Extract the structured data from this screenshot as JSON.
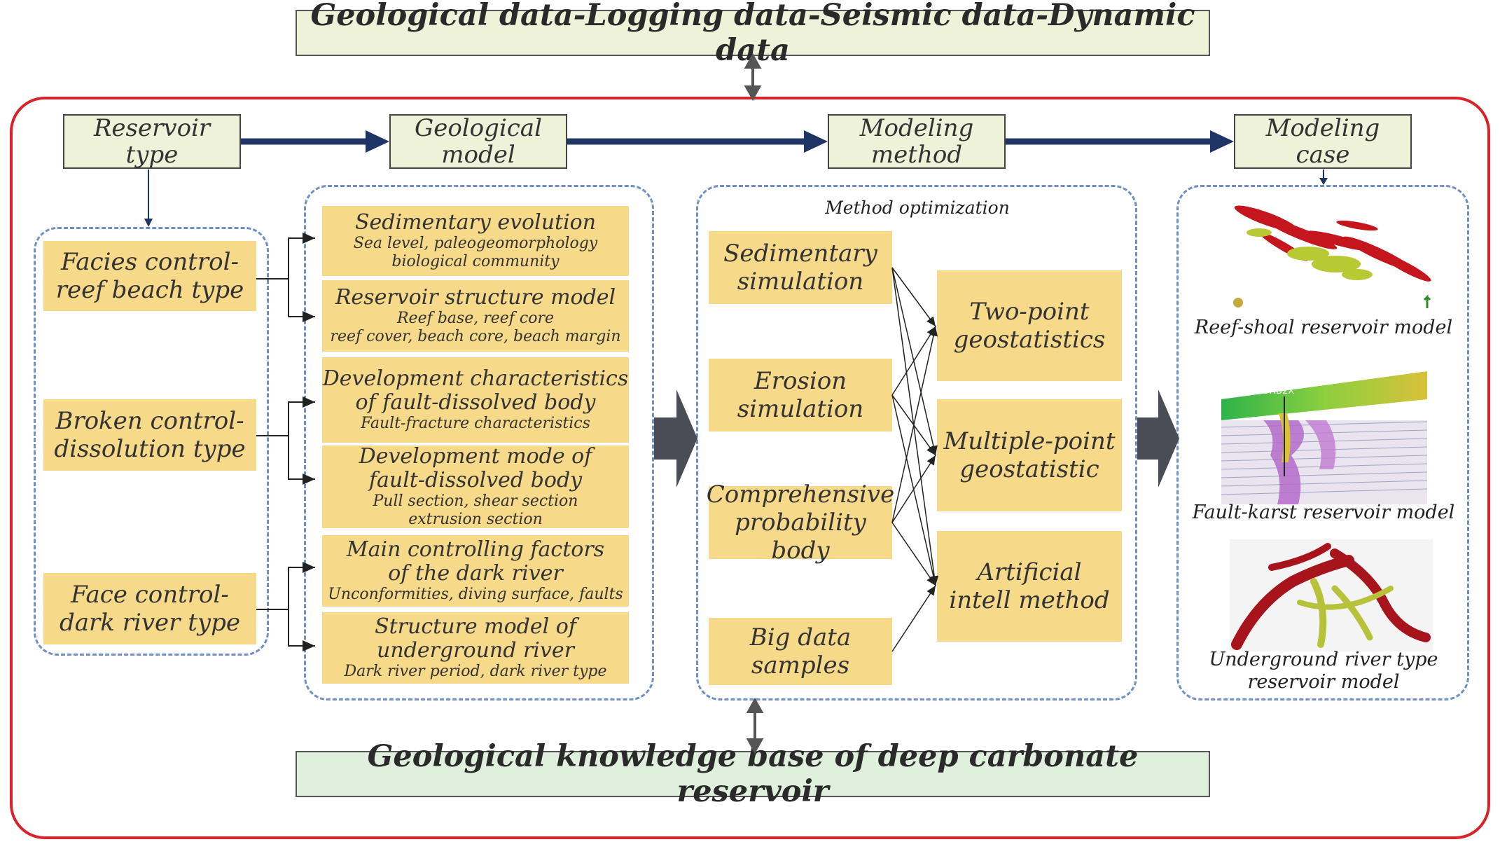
{
  "top_banner": "Geological data-Logging data-Seismic data-Dynamic data",
  "bottom_banner": "Geological knowledge base of deep carbonate reservoir",
  "headers": {
    "reservoir_type": "Reservoir type",
    "geological_model": [
      "Geological",
      "model"
    ],
    "modeling_method": [
      "Modeling",
      "method"
    ],
    "modeling_case": "Modeling case"
  },
  "reservoir_types": [
    [
      "Facies control-",
      "reef beach type"
    ],
    [
      "Broken control-",
      "dissolution type"
    ],
    [
      "Face control-",
      "dark river type"
    ]
  ],
  "geo_models": [
    {
      "title": [
        "Sedimentary evolution"
      ],
      "sub": [
        "Sea level, paleogeomorphology",
        "biological community"
      ]
    },
    {
      "title": [
        "Reservoir structure model"
      ],
      "sub": [
        "Reef base, reef core",
        "reef cover, beach core, beach margin"
      ]
    },
    {
      "title": [
        "Development characteristics",
        "of fault-dissolved body"
      ],
      "sub": [
        "Fault-fracture characteristics"
      ]
    },
    {
      "title": [
        "Development mode of",
        "fault-dissolved body"
      ],
      "sub": [
        "Pull section, shear section",
        "extrusion section"
      ]
    },
    {
      "title": [
        "Main controlling factors",
        "of the dark river"
      ],
      "sub": [
        "Unconformities, diving surface,  faults"
      ]
    },
    {
      "title": [
        "Structure model of",
        "underground river"
      ],
      "sub": [
        "Dark river period, dark river type"
      ]
    }
  ],
  "method_optimization_label": "Method optimization",
  "inputs": [
    [
      "Sedimentary",
      "simulation"
    ],
    [
      "Erosion",
      "simulation"
    ],
    [
      "Comprehensive",
      "probability body"
    ],
    [
      "Big data",
      "samples"
    ]
  ],
  "methods": [
    [
      "Two-point",
      "geostatistics"
    ],
    [
      "Multiple-point",
      "geostatistic"
    ],
    [
      "Artificial",
      "intell method"
    ]
  ],
  "cases": [
    {
      "caption": [
        "Reef-shoal reservoir model"
      ]
    },
    {
      "caption": [
        "Fault-karst reservoir model"
      ],
      "well_label": "SHB2X"
    },
    {
      "caption": [
        "Underground river type",
        "reservoir model"
      ]
    }
  ],
  "colors": {
    "outer_border": "#d8232a",
    "dashed_border": "#6f8fc6",
    "box_fill": "#f7d98a",
    "header_fill": "#eef2d8",
    "bottom_fill": "#dff0dc",
    "flow_arrow": "#1f3566",
    "big_arrow": "#4a4d55"
  }
}
